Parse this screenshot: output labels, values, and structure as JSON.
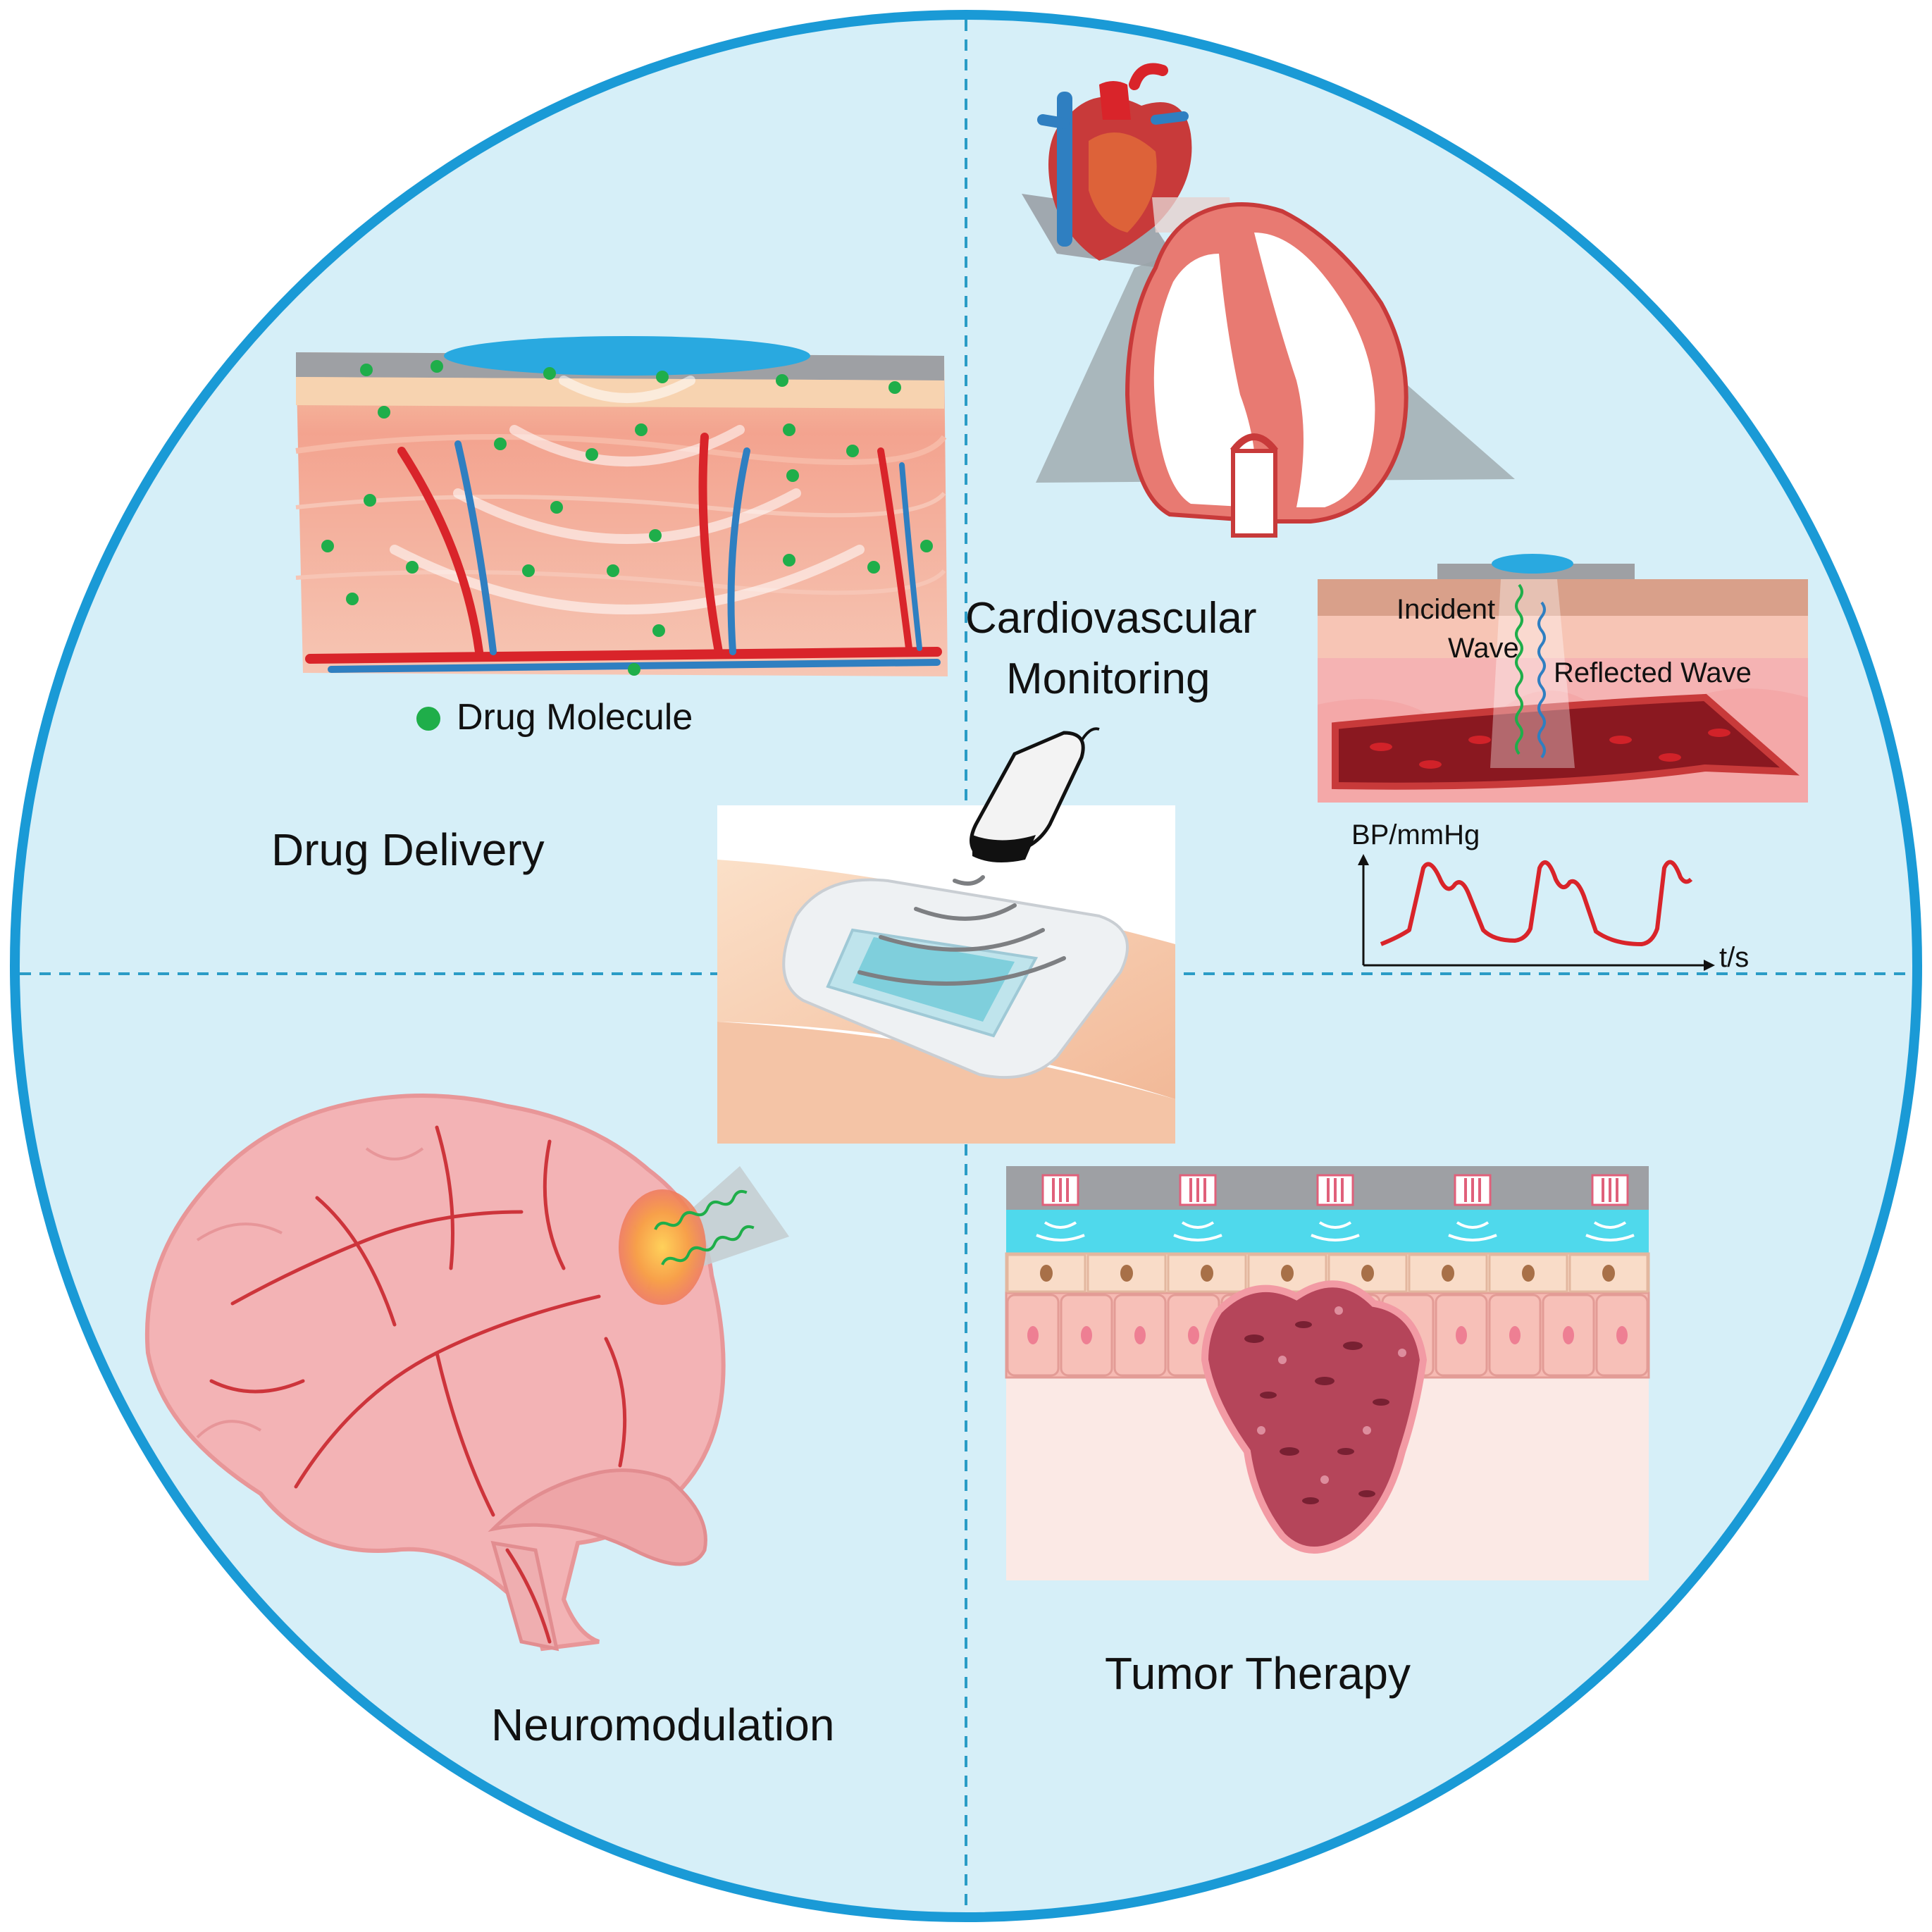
{
  "quadrants": {
    "drug_delivery": {
      "title": "Drug Delivery",
      "legend": "Drug Molecule"
    },
    "cardio": {
      "title_line1": "Cardiovascular",
      "title_line2": "Monitoring",
      "incident_line1": "Incident",
      "incident_line2": "Wave",
      "reflected": "Reflected Wave",
      "y_axis": "BP/mmHg",
      "x_axis": "t/s"
    },
    "neuro": {
      "title": "Neuromodulation"
    },
    "tumor": {
      "title": "Tumor Therapy"
    }
  },
  "colors": {
    "background": "#d6eff8",
    "ring": "#1a9ad6",
    "divider": "#2a9cc6",
    "drug_dot": "#1fae4a",
    "artery": "#d9242a",
    "vein": "#2f7fc1",
    "bp_curve": "#d9242a",
    "gel": "#29a9e0"
  },
  "icons": [
    "heart-icon",
    "ultrasound-probe-icon",
    "ultrasound-patch-icon",
    "brain-icon"
  ]
}
